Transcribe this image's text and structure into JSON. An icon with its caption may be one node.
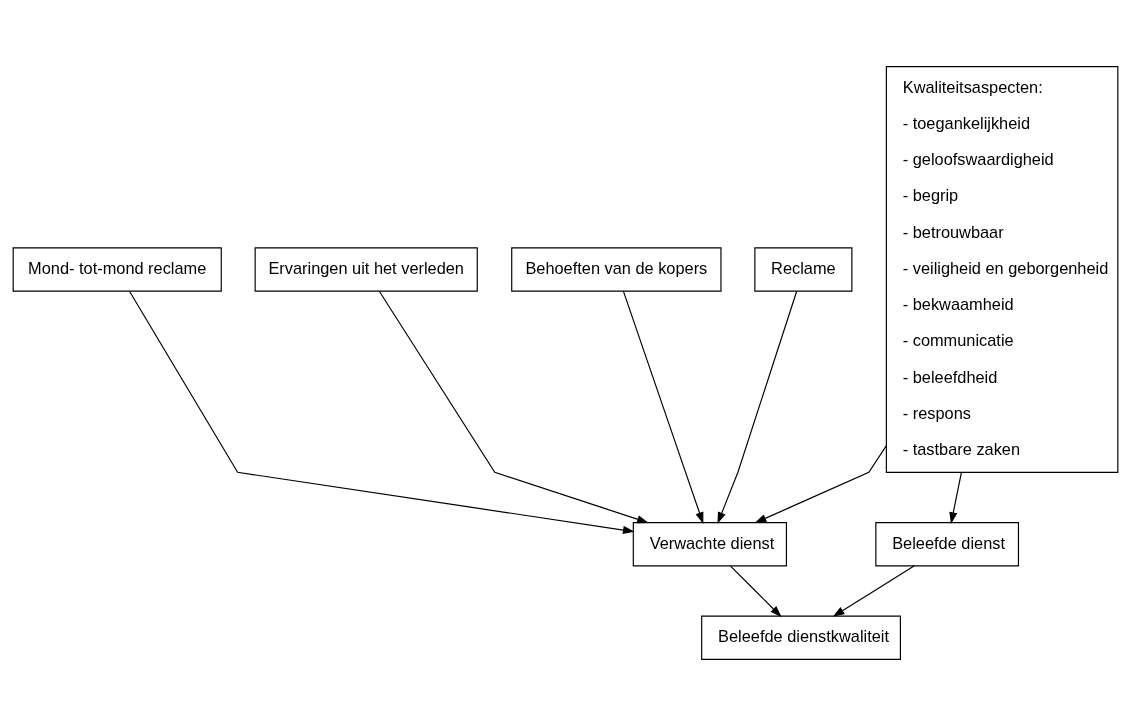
{
  "diagram": {
    "nodes": [
      {
        "text": [
          "Kwaliteitsaspecten:",
          "- toegankelijkheid",
          "- geloofswaardigheid",
          "- begrip",
          "- betrouwbaar",
          "- veiligheid en geborgenheid",
          "- bekwaamheid",
          "- communicatie",
          "- beleefdheid",
          "- respons",
          "- tastbare zaken"
        ]
      },
      {
        "text": [
          "Mond- tot-mond reclame"
        ]
      },
      {
        "text": [
          "Ervaringen uit het verleden"
        ]
      },
      {
        "text": [
          "Behoeften van de kopers"
        ]
      },
      {
        "text": [
          "Reclame"
        ]
      },
      {
        "text": [
          "Verwachte dienst"
        ]
      },
      {
        "text": [
          "Beleefde dienst"
        ]
      },
      {
        "text": [
          "Beleefde dienstkwaliteit"
        ]
      }
    ],
    "edges": [
      {
        "from": 1,
        "to": 5,
        "arrow": "to"
      },
      {
        "from": 2,
        "to": 5,
        "arrow": "to"
      },
      {
        "from": 3,
        "to": 5,
        "arrow": "to"
      },
      {
        "from": 4,
        "to": 5,
        "arrow": "to"
      },
      {
        "from": 0,
        "to": 5,
        "arrow": "to"
      },
      {
        "from": 0,
        "to": 6,
        "arrow": "to"
      },
      {
        "from": 5,
        "to": 7,
        "arrow": "to"
      },
      {
        "from": 6,
        "to": 7,
        "arrow": "to"
      }
    ]
  }
}
